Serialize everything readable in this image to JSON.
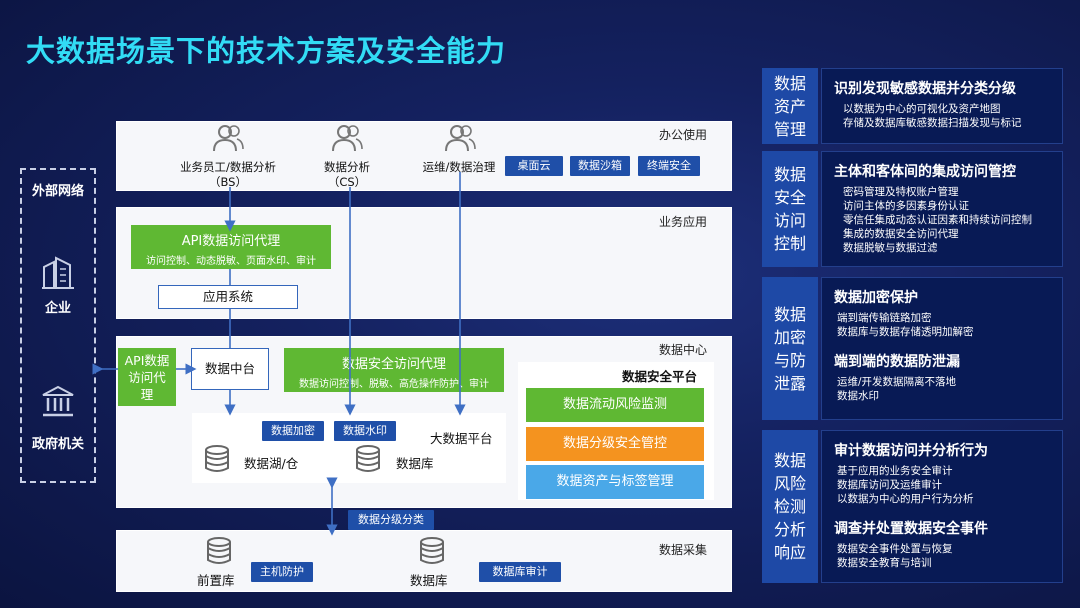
{
  "title": "大数据场景下的技术方案及安全能力",
  "external": {
    "title": "外部网络",
    "enterprise": "企业",
    "government": "政府机关"
  },
  "office": {
    "label": "办公使用",
    "users": [
      {
        "name": "业务员工/数据分析",
        "sub": "（BS）"
      },
      {
        "name": "数据分析",
        "sub": "（CS）"
      },
      {
        "name": "运维/数据治理",
        "sub": ""
      }
    ],
    "tags": [
      "桌面云",
      "数据沙箱",
      "终端安全"
    ]
  },
  "business": {
    "label": "业务应用",
    "api_proxy_title": "API数据访问代理",
    "api_proxy_desc": "访问控制、动态脱敏、页面水印、审计",
    "app_system": "应用系统"
  },
  "datacenter": {
    "label": "数据中心",
    "api_proxy_left": "API数据访问代理",
    "data_middle": "数据中台",
    "sec_proxy_title": "数据安全访问代理",
    "sec_proxy_desc": "数据访问控制、脱敏、高危操作防护、审计",
    "bigdata_label": "大数据平台",
    "enc_tag": "数据加密",
    "wm_tag": "数据水印",
    "lake": "数据湖/仓",
    "db": "数据库",
    "sec_platform_title": "数据安全平台",
    "sec_platform_items": [
      "数据流动风险监测",
      "数据分级安全管控",
      "数据资产与标签管理"
    ],
    "sec_platform_colors": [
      "#5fb833",
      "#f4931f",
      "#4aa8e8"
    ]
  },
  "classify_tag": "数据分级分类",
  "collect": {
    "label": "数据采集",
    "front_db": "前置库",
    "host_tag": "主机防护",
    "db": "数据库",
    "audit_tag": "数据库审计"
  },
  "sidebar": [
    {
      "cap": "数据资产管理",
      "sections": [
        {
          "title": "识别发现敏感数据并分类分级",
          "items": [
            "以数据为中心的可视化及资产地图",
            "存储及数据库敏感数据扫描发现与标记"
          ]
        }
      ]
    },
    {
      "cap": "数据安全访问控制",
      "sections": [
        {
          "title": "主体和客体间的集成访问管控",
          "items": [
            "密码管理及特权账户管理",
            "访问主体的多因素身份认证",
            "零信任集成动态认证因素和持续访问控制",
            "集成的数据安全访问代理",
            "数据脱敏与数据过滤"
          ]
        }
      ]
    },
    {
      "cap": "数据加密与防泄露",
      "sections": [
        {
          "title": "数据加密保护",
          "items": [
            "端到端传输链路加密",
            "数据库与数据存储透明加解密"
          ]
        },
        {
          "title": "端到端的数据防泄漏",
          "items": [
            "运维/开发数据隔离不落地",
            "数据水印"
          ]
        }
      ]
    },
    {
      "cap": "数据风险检测分析响应",
      "sections": [
        {
          "title": "审计数据访问并分析行为",
          "items": [
            "基于应用的业务安全审计",
            "数据库访问及运维审计",
            "以数据为中心的用户行为分析"
          ]
        },
        {
          "title": "调查并处置数据安全事件",
          "items": [
            "数据安全事件处置与恢复",
            "数据安全教育与培训"
          ]
        }
      ]
    }
  ]
}
